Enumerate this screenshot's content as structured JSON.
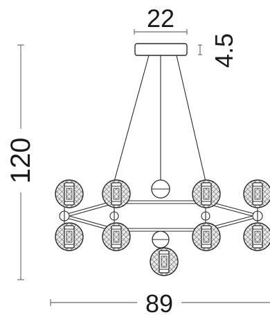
{
  "dimensions": {
    "canopy_width": "22",
    "canopy_height": "4.5",
    "total_height": "120",
    "total_width": "89"
  }
}
